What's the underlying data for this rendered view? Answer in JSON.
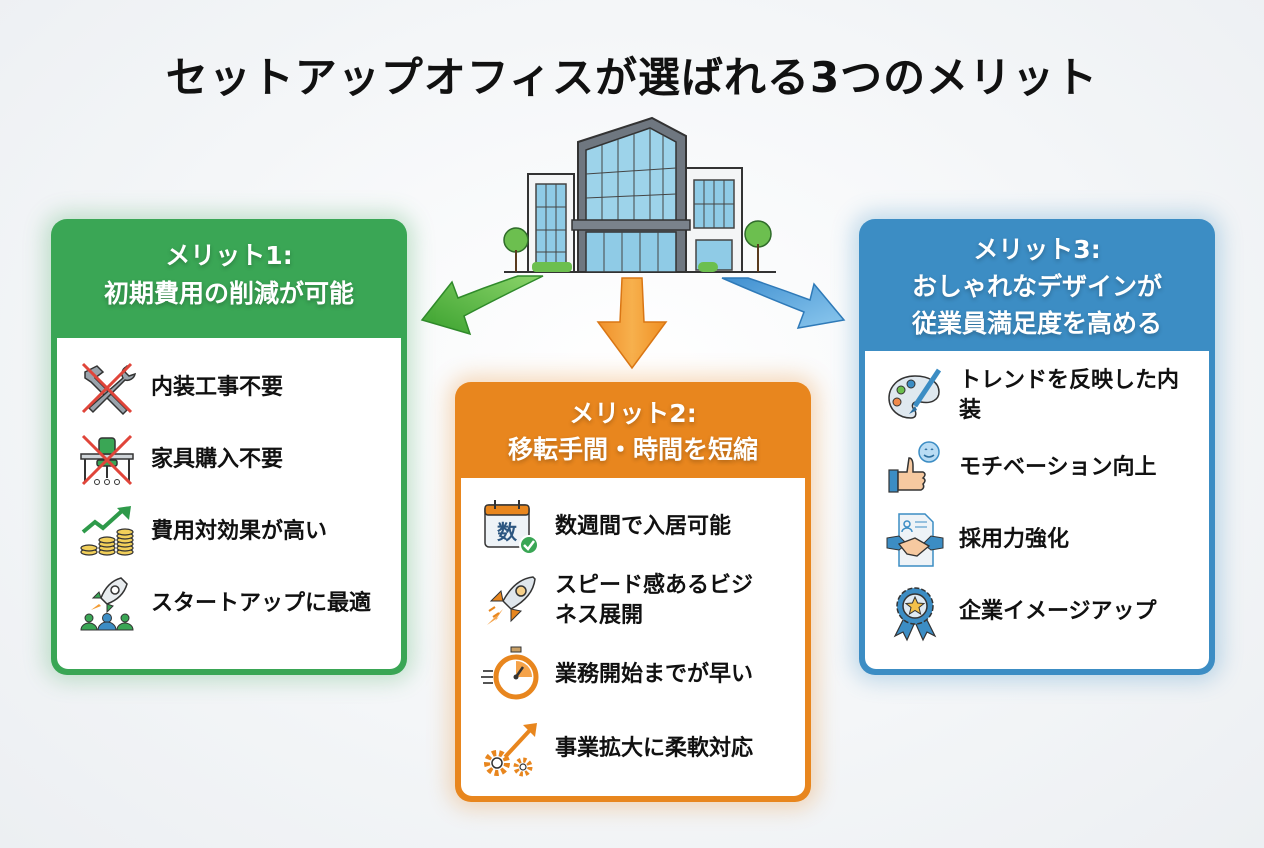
{
  "title": "セットアップオフィスが選ばれる3つのメリット",
  "center_icon": "office-building-icon",
  "colors": {
    "merit1": "#3aa655",
    "merit2": "#e8861e",
    "merit3": "#3c8dc4"
  },
  "merits": [
    {
      "heading_line1": "メリット1:",
      "heading_line2": "初期費用の削減が可能",
      "items": [
        {
          "icon": "no-construction-tools-icon",
          "label": "内装工事不要"
        },
        {
          "icon": "no-furniture-icon",
          "label": "家具購入不要"
        },
        {
          "icon": "growth-coins-icon",
          "label": "費用対効果が高い"
        },
        {
          "icon": "startup-team-rocket-icon",
          "label": "スタートアップに最適"
        }
      ]
    },
    {
      "heading_line1": "メリット2:",
      "heading_line2": "移転手間・時間を短縮",
      "items": [
        {
          "icon": "calendar-check-icon",
          "label": "数週間で入居可能",
          "calendar_text": "数"
        },
        {
          "icon": "rocket-icon",
          "label": "スピード感あるビジネス展開"
        },
        {
          "icon": "stopwatch-icon",
          "label": "業務開始までが早い"
        },
        {
          "icon": "gears-arrow-icon",
          "label": "事業拡大に柔軟対応"
        }
      ]
    },
    {
      "heading_line1": "メリット3:",
      "heading_line2": "おしゃれなデザインが",
      "heading_line3": "従業員満足度を高める",
      "items": [
        {
          "icon": "palette-brush-icon",
          "label": "トレンドを反映した内装"
        },
        {
          "icon": "thumbs-up-smile-icon",
          "label": "モチベーション向上"
        },
        {
          "icon": "handshake-resume-icon",
          "label": "採用力強化"
        },
        {
          "icon": "award-ribbon-icon",
          "label": "企業イメージアップ"
        }
      ]
    }
  ]
}
